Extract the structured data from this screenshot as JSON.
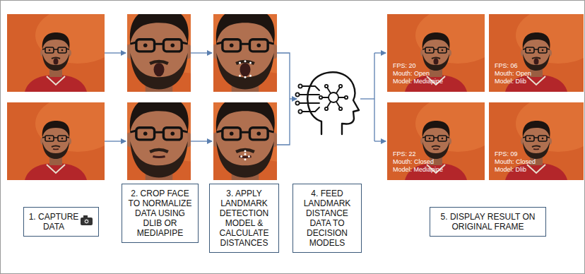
{
  "diagram": {
    "nodes": [
      {
        "text": [
          "FPS: 20",
          "Mouth: Open",
          "Model: Mediapipe"
        ]
      },
      {
        "text": [
          "FPS: 06",
          "Mouth: Open",
          "Model: Dlib"
        ]
      },
      {
        "text": [
          "FPS: 22",
          "Mouth: Closed",
          "Model: Mediapipe"
        ]
      },
      {
        "text": [
          "FPS: 09",
          "Mouth: Closed",
          "Model: Dlib"
        ]
      },
      {
        "text": [
          "1. CAPTURE DATA"
        ]
      },
      {
        "text": [
          "2. CROP FACE TO NORMALIZE DATA USING DLIB OR MEDIAPIPE"
        ]
      },
      {
        "text": [
          "3. APPLY LANDMARK DETECTION MODEL & CALCULATE DISTANCES"
        ]
      },
      {
        "text": [
          "4. FEED LANDMARK DISTANCE DATA TO DECISION MODELS"
        ]
      },
      {
        "text": [
          "5. DISPLAY RESULT ON ORIGINAL FRAME"
        ]
      }
    ]
  }
}
